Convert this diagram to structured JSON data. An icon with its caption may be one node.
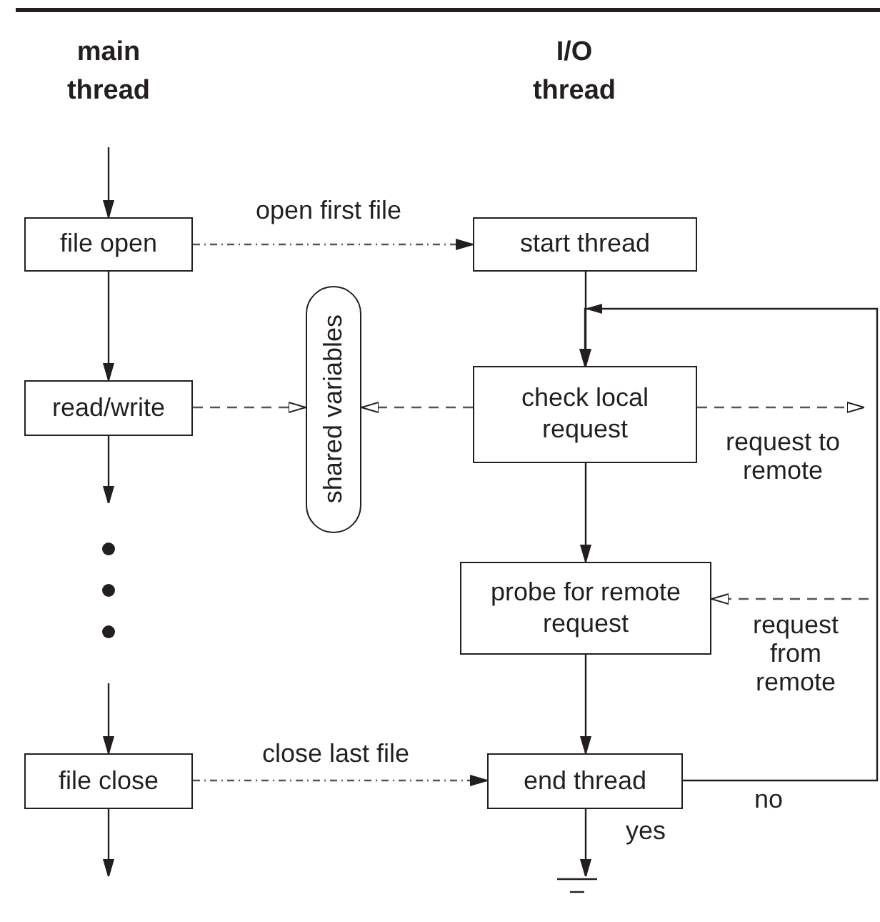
{
  "diagram": {
    "nodes": [
      {
        "text": [
          "file open"
        ]
      },
      {
        "text": [
          "start thread"
        ]
      },
      {
        "text": [
          "read/write"
        ]
      },
      {
        "text": [
          "shared variables"
        ]
      },
      {
        "text": [
          "check local request"
        ]
      },
      {
        "text": [
          "probe for remote request"
        ]
      },
      {
        "text": [
          "file close"
        ]
      },
      {
        "text": [
          "end thread"
        ]
      },
      {
        "text": [],
        "shape": "ground"
      }
    ],
    "edges": [
      {
        "from": null,
        "to": 0,
        "arrow": "to"
      },
      {
        "from": 0,
        "to": 1,
        "arrow": "to",
        "label": "open first file",
        "style": "dashed"
      },
      {
        "from": 0,
        "to": 2,
        "arrow": "to"
      },
      {
        "from": 2,
        "to": null,
        "arrow": "to"
      },
      {
        "from": null,
        "to": 6,
        "arrow": "to"
      },
      {
        "from": 6,
        "to": null,
        "arrow": "to"
      },
      {
        "from": 6,
        "to": 7,
        "arrow": "to",
        "label": "close last file",
        "style": "dashed"
      },
      {
        "from": 1,
        "to": 4,
        "arrow": "to"
      },
      {
        "from": 2,
        "to": 3,
        "arrow": "to",
        "style": "dashed"
      },
      {
        "from": 4,
        "to": 3,
        "arrow": "to",
        "style": "dashed"
      },
      {
        "from": 4,
        "to": null,
        "arrow": "to",
        "label": "request to remote",
        "style": "dashed"
      },
      {
        "from": null,
        "to": 5,
        "arrow": "to",
        "label": "request from remote",
        "style": "dashed"
      },
      {
        "from": 4,
        "to": 5,
        "arrow": "to"
      },
      {
        "from": 5,
        "to": 7,
        "arrow": "to"
      },
      {
        "from": 7,
        "to": 4,
        "arrow": "to",
        "label": "no"
      },
      {
        "from": 7,
        "to": 8,
        "arrow": "to",
        "label": "yes"
      }
    ],
    "labels": [
      "main thread",
      "I/O thread"
    ]
  }
}
